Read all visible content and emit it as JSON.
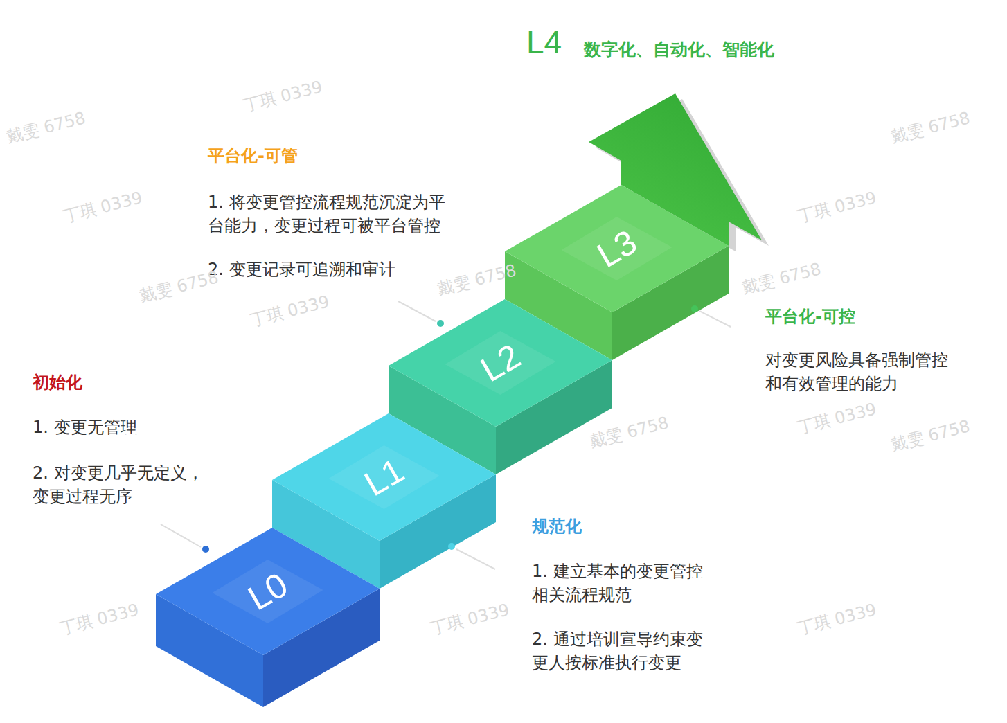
{
  "diagram": {
    "nodes": [
      {
        "text": [
          "L0"
        ]
      },
      {
        "text": [
          "L1"
        ]
      },
      {
        "text": [
          "L2"
        ]
      },
      {
        "text": [
          "L3"
        ]
      }
    ],
    "labels": [
      "L4",
      "数字化、自动化、智能化",
      "平台化-可管",
      "1. 将变更管控流程规范沉淀为平台能力，变更过程可被平台管控",
      "2. 变更记录可追溯和审计",
      "初始化",
      "1. 变更无管理",
      "2. 对变更几乎无定义，变更过程无序",
      "平台化-可控",
      "对变更风险具备强制管控和有效管理的能力",
      "规范化",
      "1. 建立基本的变更管控相关流程规范",
      "2. 通过培训宣导约束变更人按标准执行变更",
      "戴雯 6758",
      "丁琪 0339",
      "丁琪 0339",
      "戴雯 6758",
      "丁琪 0339",
      "戴雯 6758",
      "丁琪 0339",
      "戴雯 6758",
      "丁琪 0339",
      "丁琪 0339",
      "戴雯 6758",
      "丁琪 0339",
      "戴雯 6758",
      "丁琪 0339",
      "戴雯 6758"
    ]
  }
}
